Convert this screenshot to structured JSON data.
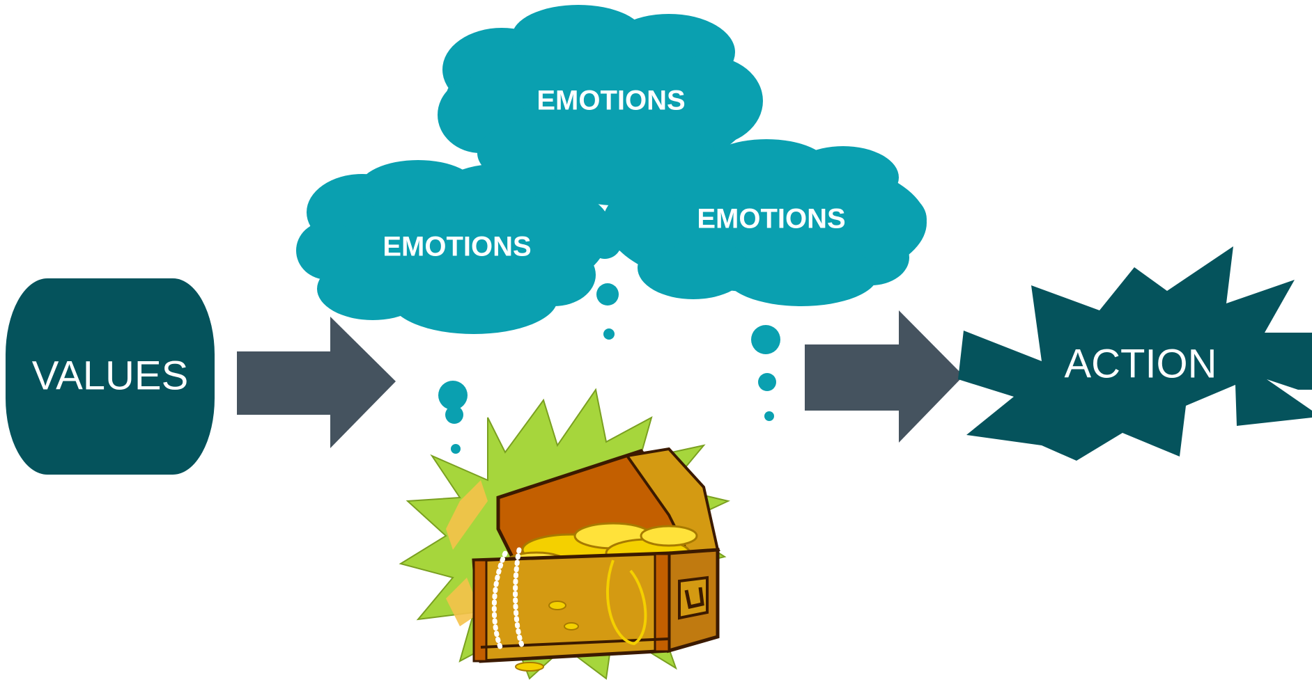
{
  "diagram": {
    "values_label": "VALUES",
    "emotions_labels": [
      "EMOTIONS",
      "EMOTIONS",
      "EMOTIONS"
    ],
    "action_label": "ACTION",
    "treasure_chest_icon": "treasure-chest-icon"
  },
  "colors": {
    "values_box": "#05535c",
    "arrow": "#45535f",
    "cloud": "#0aa0b0",
    "action_burst": "#05535c",
    "label_text": "#ffffff"
  }
}
